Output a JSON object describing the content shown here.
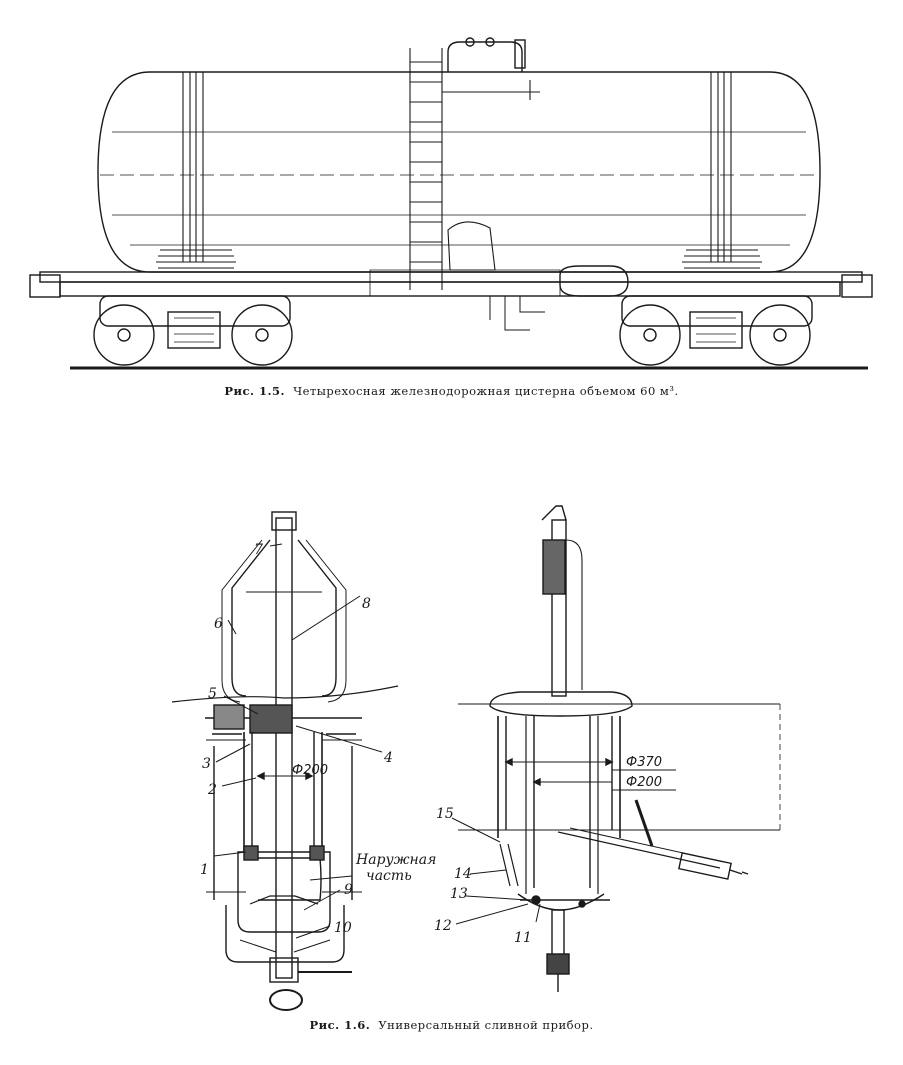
{
  "figures": [
    {
      "label": "Рис. 1.5.",
      "caption": "Четырехосная железнодорожная цистерна объемом 60 м³."
    },
    {
      "label": "Рис. 1.6.",
      "caption": "Универсальный сливной прибор."
    }
  ],
  "callouts": {
    "n1": "1",
    "n2": "2",
    "n3": "3",
    "n4": "4",
    "n5": "5",
    "n6": "6",
    "n7": "7",
    "n8": "8",
    "n9": "9",
    "n10": "10",
    "n11": "11",
    "n12": "12",
    "n13": "13",
    "n14": "14",
    "n15": "15"
  },
  "dimensions": {
    "d200_left": "Ф200",
    "d370": "Ф370",
    "d200_right": "Ф200"
  },
  "annotation": {
    "line1": "Наружная",
    "line2": "часть"
  }
}
